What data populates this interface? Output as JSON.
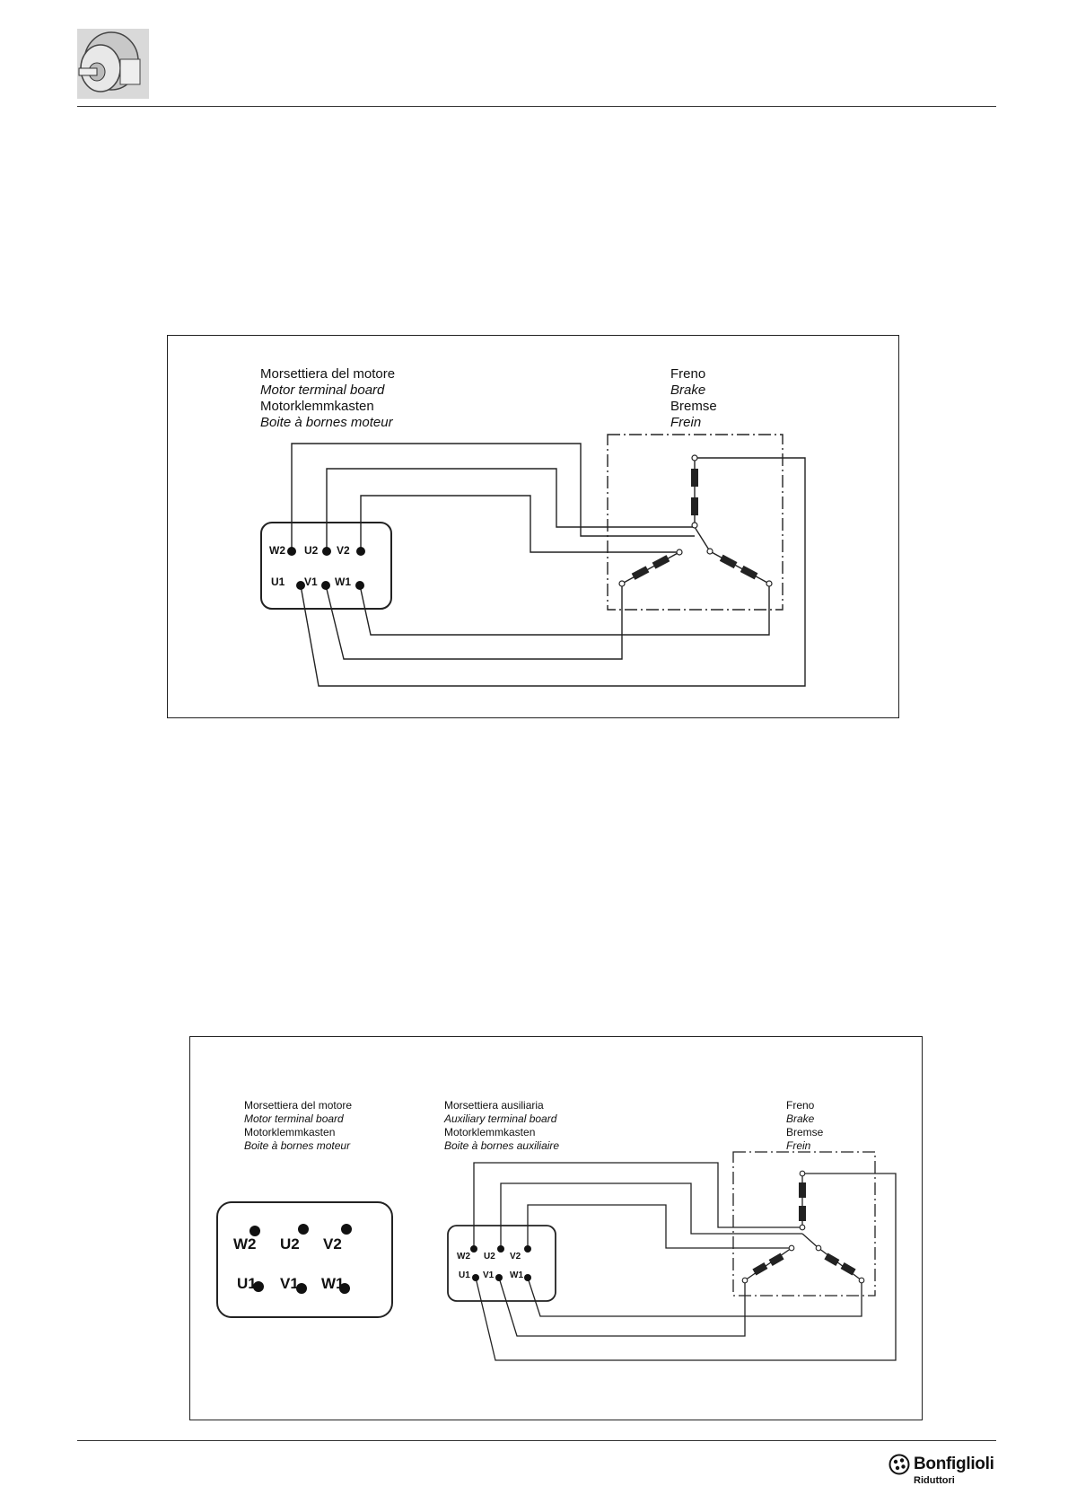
{
  "header": {
    "icon": "motor-icon"
  },
  "diagram1": {
    "motor_board_labels": [
      "Morsettiera del motore",
      "Motor terminal board",
      "Motorklemmkasten",
      "Boite à bornes moteur"
    ],
    "brake_labels": [
      "Freno",
      "Brake",
      "Bremse",
      "Frein"
    ],
    "terminals_top": [
      "W2",
      "U2",
      "V2"
    ],
    "terminals_bottom": [
      "U1",
      "V1",
      "W1"
    ]
  },
  "diagram2": {
    "motor_board_labels": [
      "Morsettiera del motore",
      "Motor terminal board",
      "Motorklemmkasten",
      "Boite à bornes moteur"
    ],
    "aux_board_labels": [
      "Morsettiera ausiliaria",
      "Auxiliary terminal board",
      "Motorklemmkasten",
      "Boite à bornes auxiliaire"
    ],
    "brake_labels": [
      "Freno",
      "Brake",
      "Bremse",
      "Frein"
    ],
    "motor_terminals_top": [
      "W2",
      "U2",
      "V2"
    ],
    "motor_terminals_bottom": [
      "U1",
      "V1",
      "W1"
    ],
    "aux_terminals_top": [
      "W2",
      "U2",
      "V2"
    ],
    "aux_terminals_bottom": [
      "U1",
      "V1",
      "W1"
    ]
  },
  "footer": {
    "brand": "Bonfiglioli",
    "sub": "Riduttori",
    "logo_icon": "bonfiglioli-logo-icon"
  }
}
